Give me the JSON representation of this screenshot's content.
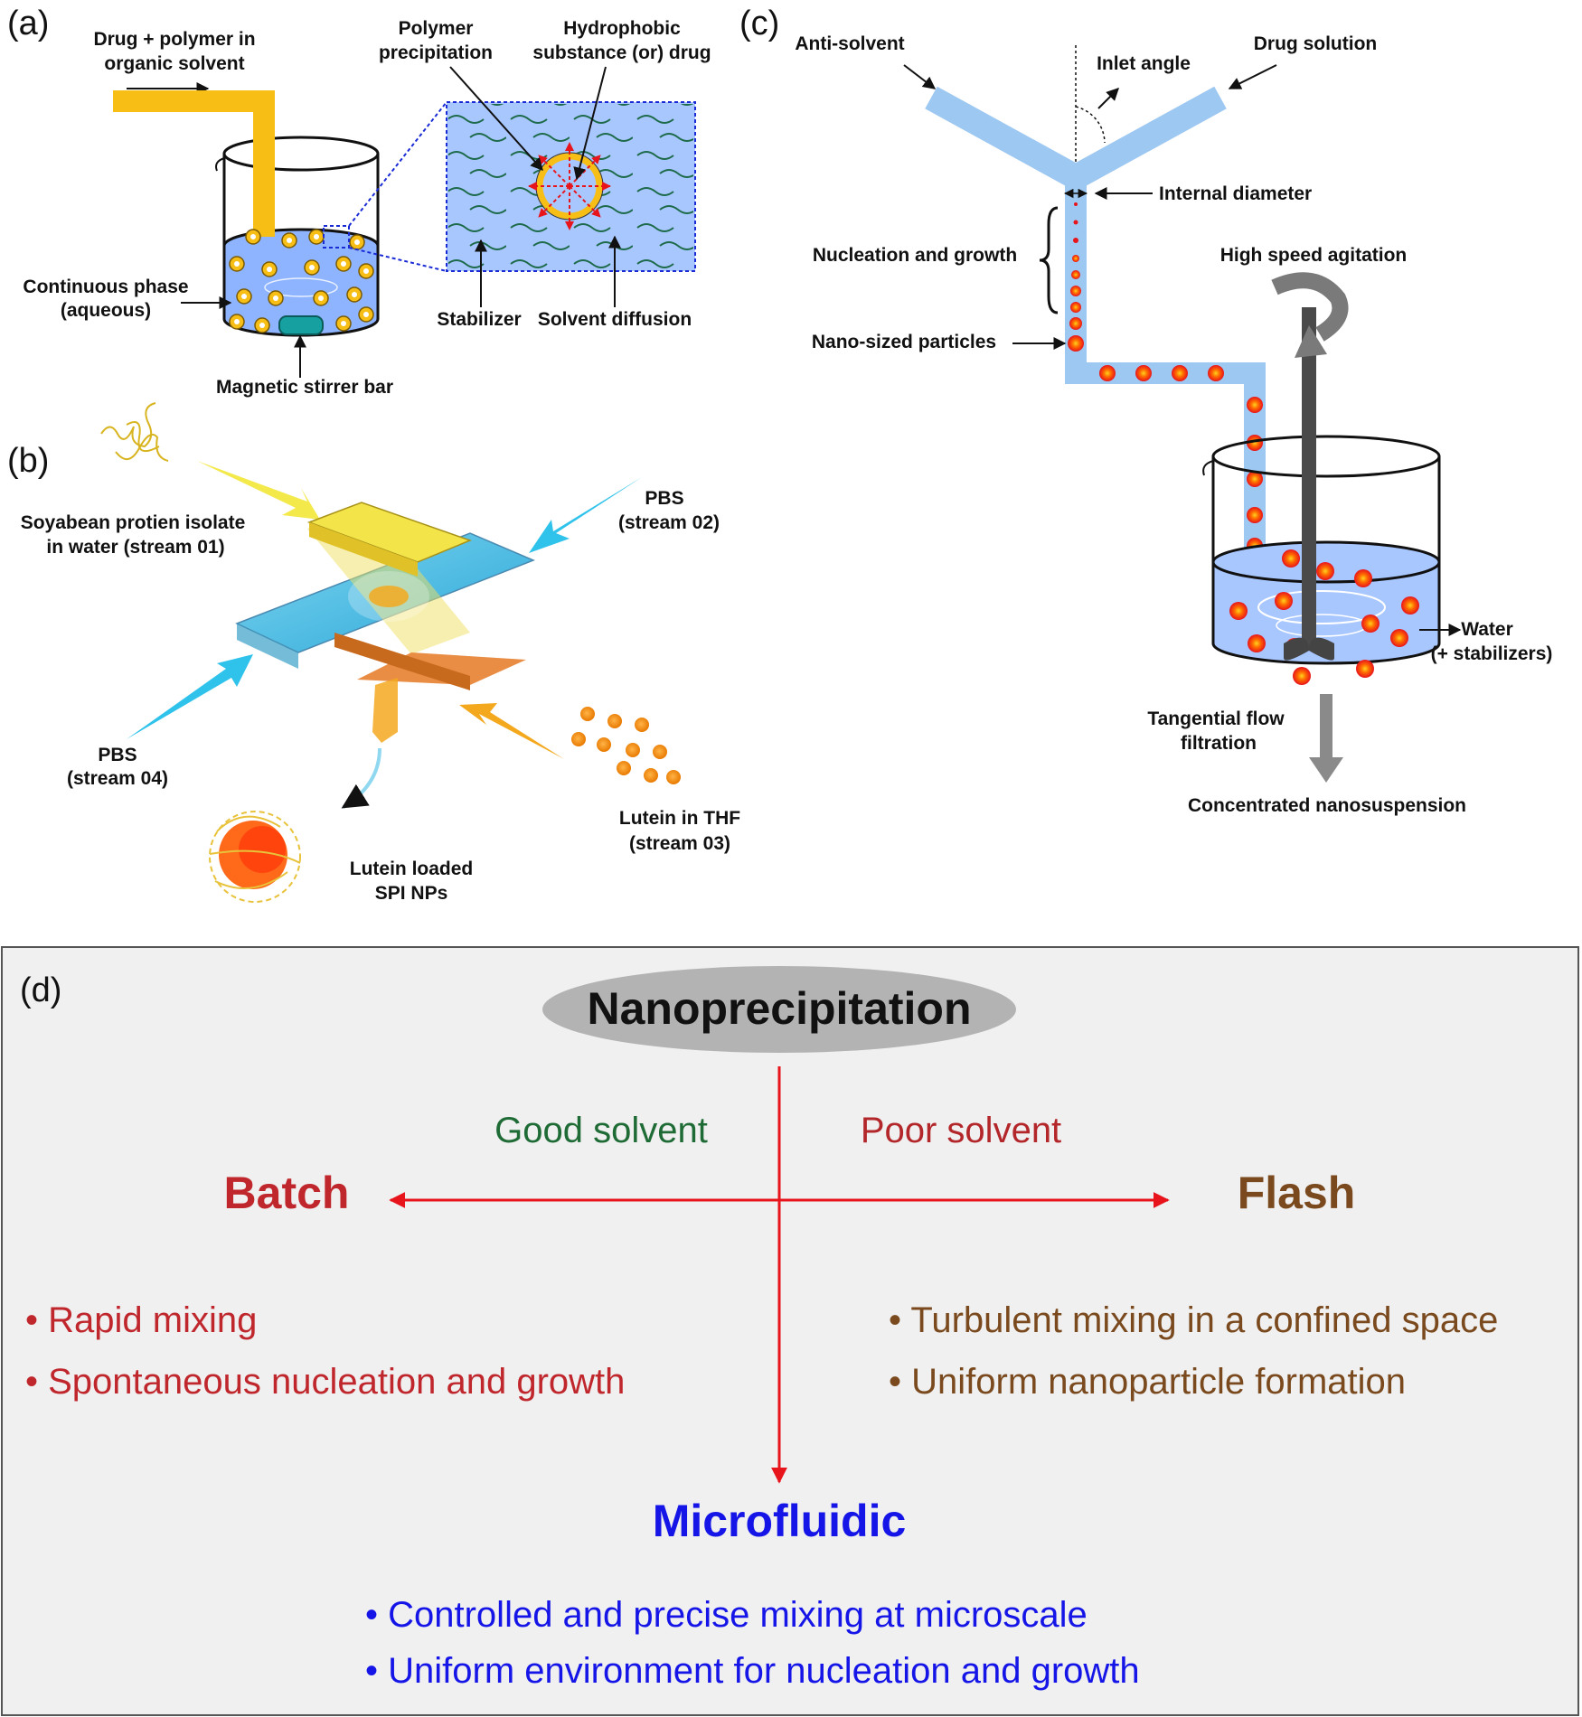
{
  "panel_a": {
    "label": "(a)",
    "inlet": [
      "Drug + polymer in",
      "organic solvent"
    ],
    "continuous_phase": [
      "Continuous phase",
      "(aqueous)"
    ],
    "stirrer": "Magnetic stirrer bar",
    "polymer_precipitation": [
      "Polymer",
      "precipitation"
    ],
    "hydrophobic": [
      "Hydrophobic",
      "substance (or) drug"
    ],
    "stabilizer": "Stabilizer",
    "solvent_diffusion": "Solvent diffusion"
  },
  "panel_b": {
    "label": "(b)",
    "stream01": [
      "Soyabean protien isolate",
      "in water (stream 01)"
    ],
    "stream02": [
      "PBS",
      "(stream 02)"
    ],
    "stream04": [
      "PBS",
      "(stream 04)"
    ],
    "stream03": [
      "Lutein in THF",
      "(stream 03)"
    ],
    "product": [
      "Lutein loaded",
      "SPI NPs"
    ]
  },
  "panel_c": {
    "label": "(c)",
    "anti_solvent": "Anti-solvent",
    "drug_solution": "Drug solution",
    "inlet_angle": "Inlet angle",
    "internal_diameter": "Internal diameter",
    "nucleation": "Nucleation and growth",
    "high_speed": "High speed agitation",
    "nano_particles": "Nano-sized particles",
    "water": [
      "Water",
      "(+ stabilizers)"
    ],
    "tff": [
      "Tangential flow",
      "filtration"
    ],
    "concentrated": "Concentrated nanosuspension"
  },
  "panel_d": {
    "label": "(d)",
    "center": "Nanoprecipitation",
    "good_solvent": "Good solvent",
    "poor_solvent": "Poor solvent",
    "batch": {
      "title": "Batch",
      "bullets": [
        "• Rapid mixing",
        "• Spontaneous nucleation and growth"
      ]
    },
    "flash": {
      "title": "Flash",
      "bullets": [
        "• Turbulent mixing in a confined space",
        "• Uniform nanoparticle formation"
      ]
    },
    "microfluidic": {
      "title": "Microfluidic",
      "bullets": [
        "• Controlled and precise mixing at microscale",
        "• Uniform environment for nucleation and growth"
      ]
    }
  },
  "colors": {
    "batch": "#c0272d",
    "flash": "#7a4a1e",
    "microfluidic": "#1515e8",
    "good_solvent": "#1e6b35",
    "poor_solvent": "#b3262a",
    "arrow": "#e8141b",
    "channel": "#9dc8f2",
    "liquid": "#8fb4ff"
  }
}
